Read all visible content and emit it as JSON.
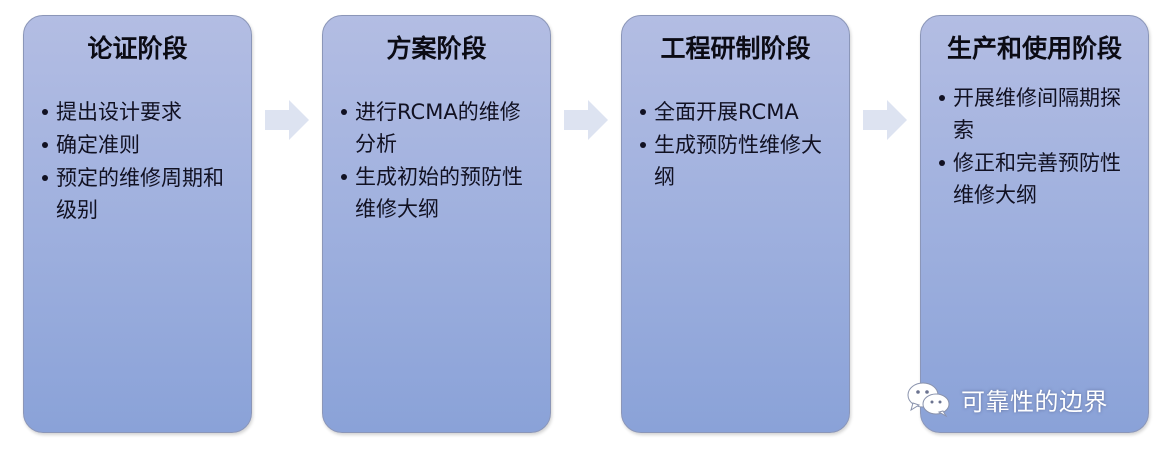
{
  "stages": [
    {
      "title": "论证阶段",
      "items": [
        "提出设计要求",
        "确定准则",
        "预定的维修周期和级别"
      ]
    },
    {
      "title": "方案阶段",
      "items": [
        "进行RCMA的维修分析",
        "生成初始的预防性维修大纲"
      ]
    },
    {
      "title": "工程研制阶段",
      "items": [
        "全面开展RCMA",
        "生成预防性维修大纲"
      ]
    },
    {
      "title": "生产和使用阶段",
      "items": [
        "开展维修间隔期探索",
        "修正和完善预防性维修大纲"
      ]
    }
  ],
  "watermark": {
    "text": "可靠性的边界",
    "icon": "wechat-icon"
  },
  "colors": {
    "box_top": "#b3bde3",
    "box_bottom": "#8aa2d8",
    "arrow": "#dde3f1",
    "text": "#111122"
  }
}
